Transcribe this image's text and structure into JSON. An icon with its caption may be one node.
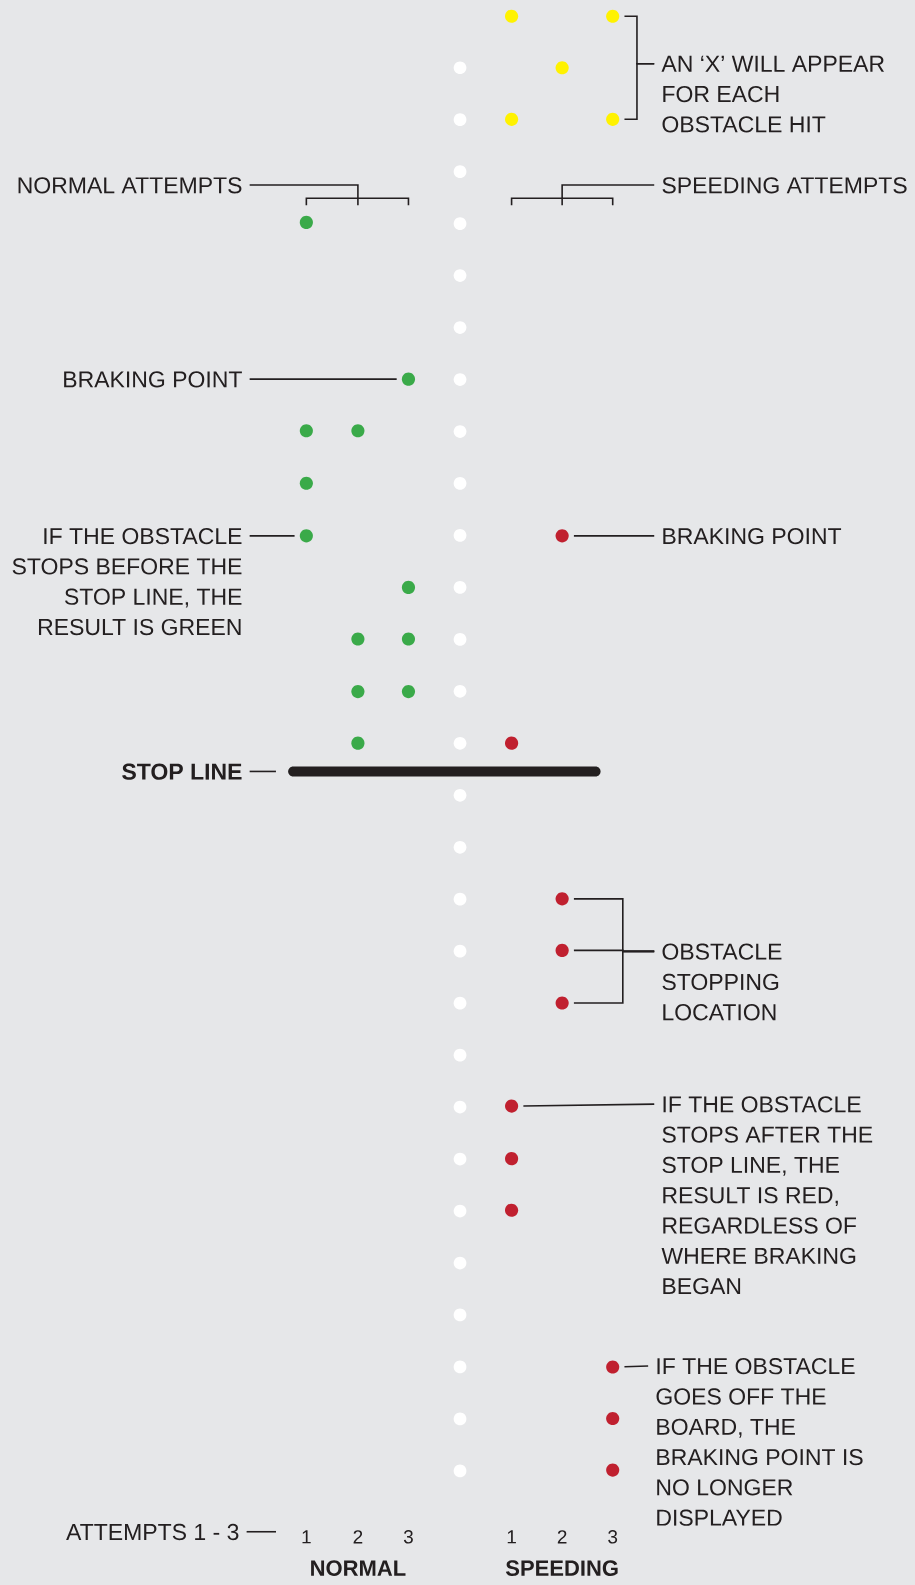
{
  "diagram": {
    "nodes": [
      {
        "text": [
          "AN ‘X’ WILL APPEAR FOR EACH OBSTACLE HIT"
        ]
      },
      {
        "text": [
          "NORMAL ATTEMPTS"
        ]
      },
      {
        "text": [
          "SPEEDING ATTEMPTS"
        ]
      },
      {
        "text": [
          "BRAKING POINT"
        ]
      },
      {
        "text": [
          "IF THE OBSTACLE STOPS BEFORE THE STOP LINE, THE RESULT IS GREEN"
        ]
      },
      {
        "text": [
          "BRAKING POINT"
        ]
      },
      {
        "text": [
          "STOP LINE"
        ]
      },
      {
        "text": [
          "OBSTACLE STOPPING LOCATION"
        ]
      },
      {
        "text": [
          "IF THE OBSTACLE STOPS AFTER THE STOP LINE, THE RESULT IS RED, REGARDLESS OF WHERE BRAKING BEGAN"
        ]
      },
      {
        "text": [
          "IF THE OBSTACLE GOES OFF THE BOARD, THE BRAKING POINT IS NO LONGER DISPLAYED"
        ]
      },
      {
        "text": [
          "ATTEMPTS 1 - 3"
        ]
      },
      {
        "text": [],
        "shape": "bar"
      },
      {
        "text": [],
        "shape": "circle"
      },
      {
        "text": [],
        "shape": "circle"
      },
      {
        "text": [],
        "shape": "circle"
      },
      {
        "text": [],
        "shape": "circle"
      },
      {
        "text": [],
        "shape": "circle"
      },
      {
        "text": [],
        "shape": "circle"
      },
      {
        "text": [],
        "shape": "circle"
      },
      {
        "text": [],
        "shape": "circle"
      },
      {
        "text": [],
        "shape": "circle"
      },
      {
        "text": [],
        "shape": "circle"
      },
      {
        "text": [],
        "shape": "circle"
      },
      {
        "text": [],
        "shape": "circle"
      },
      {
        "text": [],
        "shape": "circle"
      },
      {
        "text": [],
        "shape": "circle"
      },
      {
        "text": [],
        "shape": "circle"
      },
      {
        "text": [],
        "shape": "circle"
      },
      {
        "text": [],
        "shape": "circle"
      },
      {
        "text": [],
        "shape": "circle"
      },
      {
        "text": [],
        "shape": "circle"
      },
      {
        "text": [],
        "shape": "circle"
      },
      {
        "text": [],
        "shape": "circle"
      },
      {
        "text": [],
        "shape": "circle"
      },
      {
        "text": [],
        "shape": "circle"
      },
      {
        "text": [],
        "shape": "circle"
      },
      {
        "text": [],
        "shape": "circle"
      },
      {
        "text": [],
        "shape": "circle"
      },
      {
        "text": [],
        "shape": "circle"
      },
      {
        "text": [],
        "shape": "circle"
      }
    ],
    "edges": [
      {
        "from": 0,
        "to": 13,
        "arrow": "none"
      },
      {
        "from": 0,
        "to": 16,
        "arrow": "none"
      },
      {
        "from": 1,
        "to": null,
        "arrow": "none"
      },
      {
        "from": 2,
        "to": null,
        "arrow": "none"
      },
      {
        "from": 3,
        "to": 18,
        "arrow": "none"
      },
      {
        "from": 4,
        "to": 22,
        "arrow": "none"
      },
      {
        "from": 5,
        "to": 29,
        "arrow": "none"
      },
      {
        "from": 6,
        "to": 11,
        "arrow": "none"
      },
      {
        "from": 7,
        "to": 31,
        "arrow": "none"
      },
      {
        "from": 7,
        "to": 32,
        "arrow": "none"
      },
      {
        "from": 7,
        "to": 33,
        "arrow": "none"
      },
      {
        "from": 8,
        "to": 34,
        "arrow": "none"
      },
      {
        "from": 9,
        "to": 37,
        "arrow": "none"
      },
      {
        "from": 10,
        "to": null,
        "arrow": "none"
      }
    ],
    "labels": [
      "1",
      "2",
      "3",
      "1",
      "2",
      "3",
      "NORMAL",
      "SPEEDING"
    ]
  }
}
